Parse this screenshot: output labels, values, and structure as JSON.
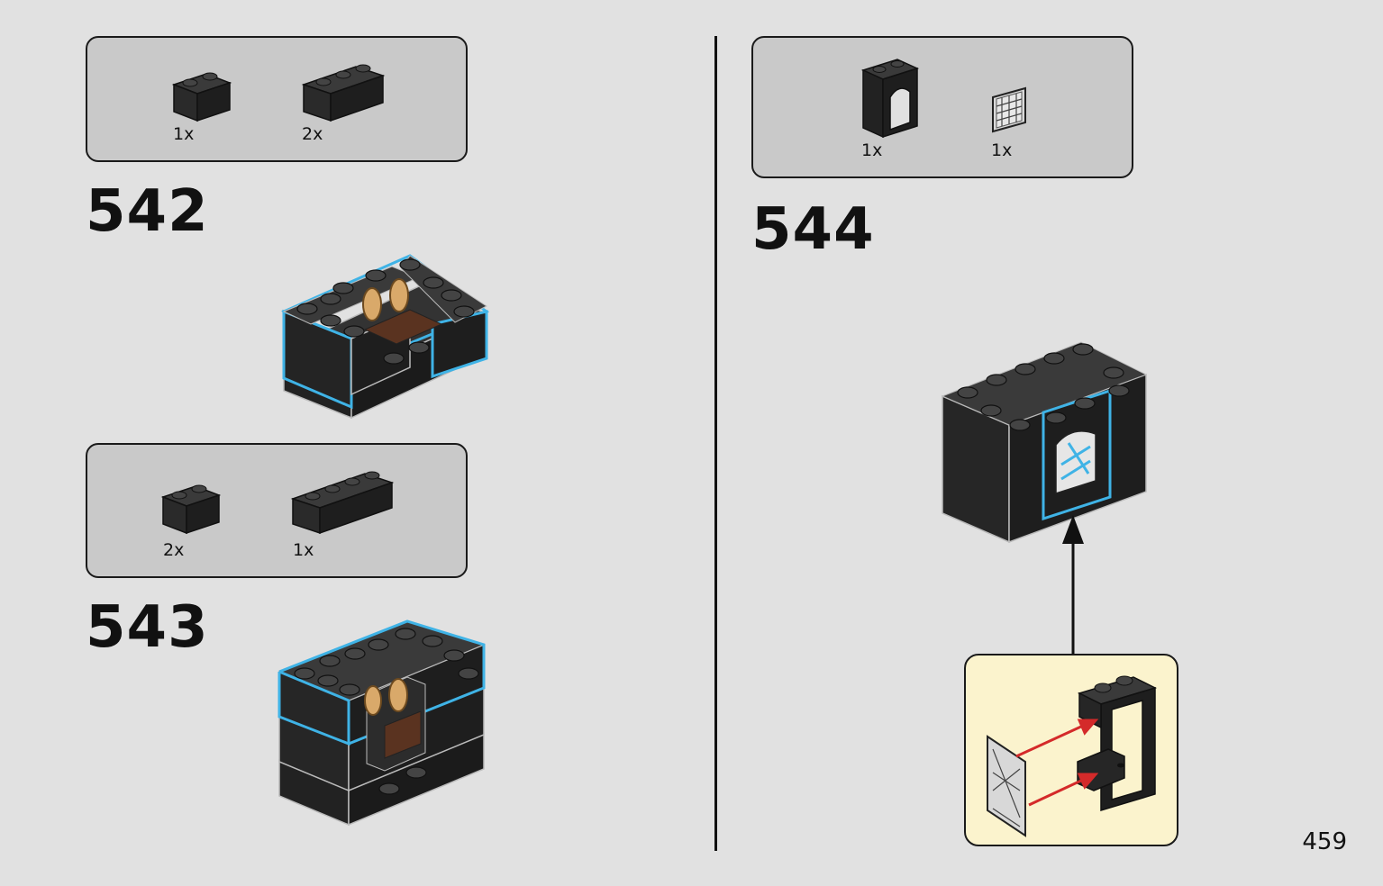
{
  "steps": [
    {
      "number": "542",
      "parts": [
        {
          "name": "brick-1x2-black",
          "qty": "1x"
        },
        {
          "name": "brick-1x3-black",
          "qty": "2x"
        }
      ]
    },
    {
      "number": "543",
      "parts": [
        {
          "name": "brick-1x2-black",
          "qty": "2x"
        },
        {
          "name": "brick-1x4-black",
          "qty": "1x"
        }
      ]
    },
    {
      "number": "544",
      "parts": [
        {
          "name": "window-frame-black",
          "qty": "1x"
        },
        {
          "name": "lattice-glass-clear",
          "qty": "1x"
        }
      ]
    }
  ],
  "page_number": "459",
  "colors": {
    "background": "#e1e1e1",
    "parts_box": "#c9c9c9",
    "callout": "#fbf3cd",
    "brick": "#2b2b2b",
    "highlight": "#3fb3e6",
    "arrow_red": "#d42a2a"
  }
}
